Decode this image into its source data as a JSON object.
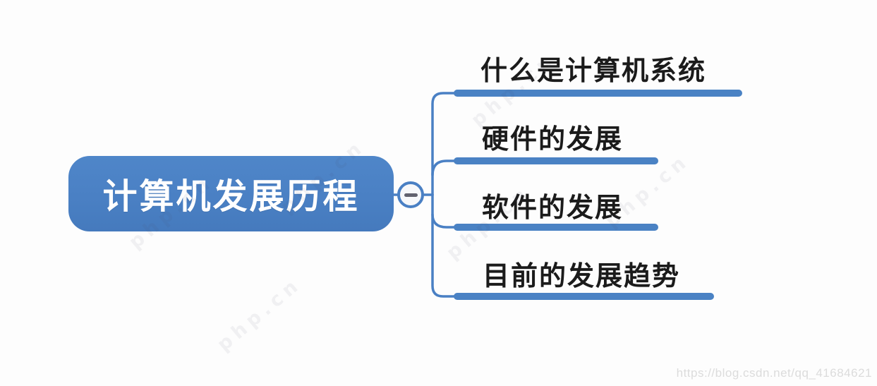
{
  "page": {
    "background_color": "#fdfdfd",
    "accent_color": "#4a82c4"
  },
  "mindmap": {
    "root": {
      "label": "计算机发展历程",
      "fill_color": "#4a80c4",
      "text_color": "#ffffff"
    },
    "collapse_button": {
      "state": "expanded",
      "symbol": "−"
    },
    "branches": [
      {
        "label": "什么是计算机系统"
      },
      {
        "label": "硬件的发展"
      },
      {
        "label": "软件的发展"
      },
      {
        "label": "目前的发展趋势"
      }
    ]
  },
  "watermarks": {
    "tile_text": "php.cn",
    "csdn_url": "https://blog.csdn.net/qq_41684621"
  }
}
